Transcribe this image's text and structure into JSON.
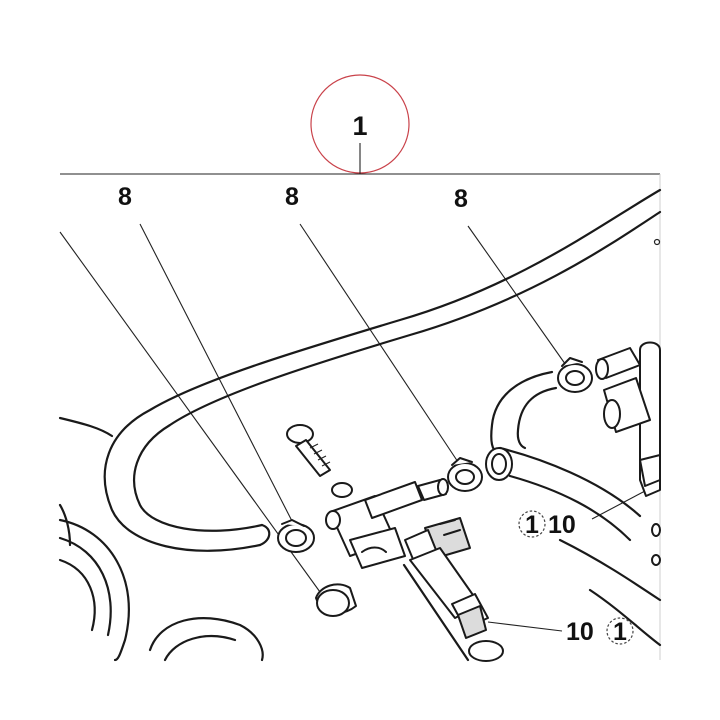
{
  "diagram": {
    "main_label": "1",
    "clip_labels": [
      "8",
      "8",
      "8"
    ],
    "callout_right_upper": {
      "circled": "1",
      "text": "10"
    },
    "callout_right_lower": {
      "text": "10",
      "circled": "1"
    },
    "colors": {
      "circle_highlight": "#c9424a",
      "ink": "#1a1a1a",
      "background": "#ffffff",
      "shade": "#dcdcdc"
    }
  }
}
